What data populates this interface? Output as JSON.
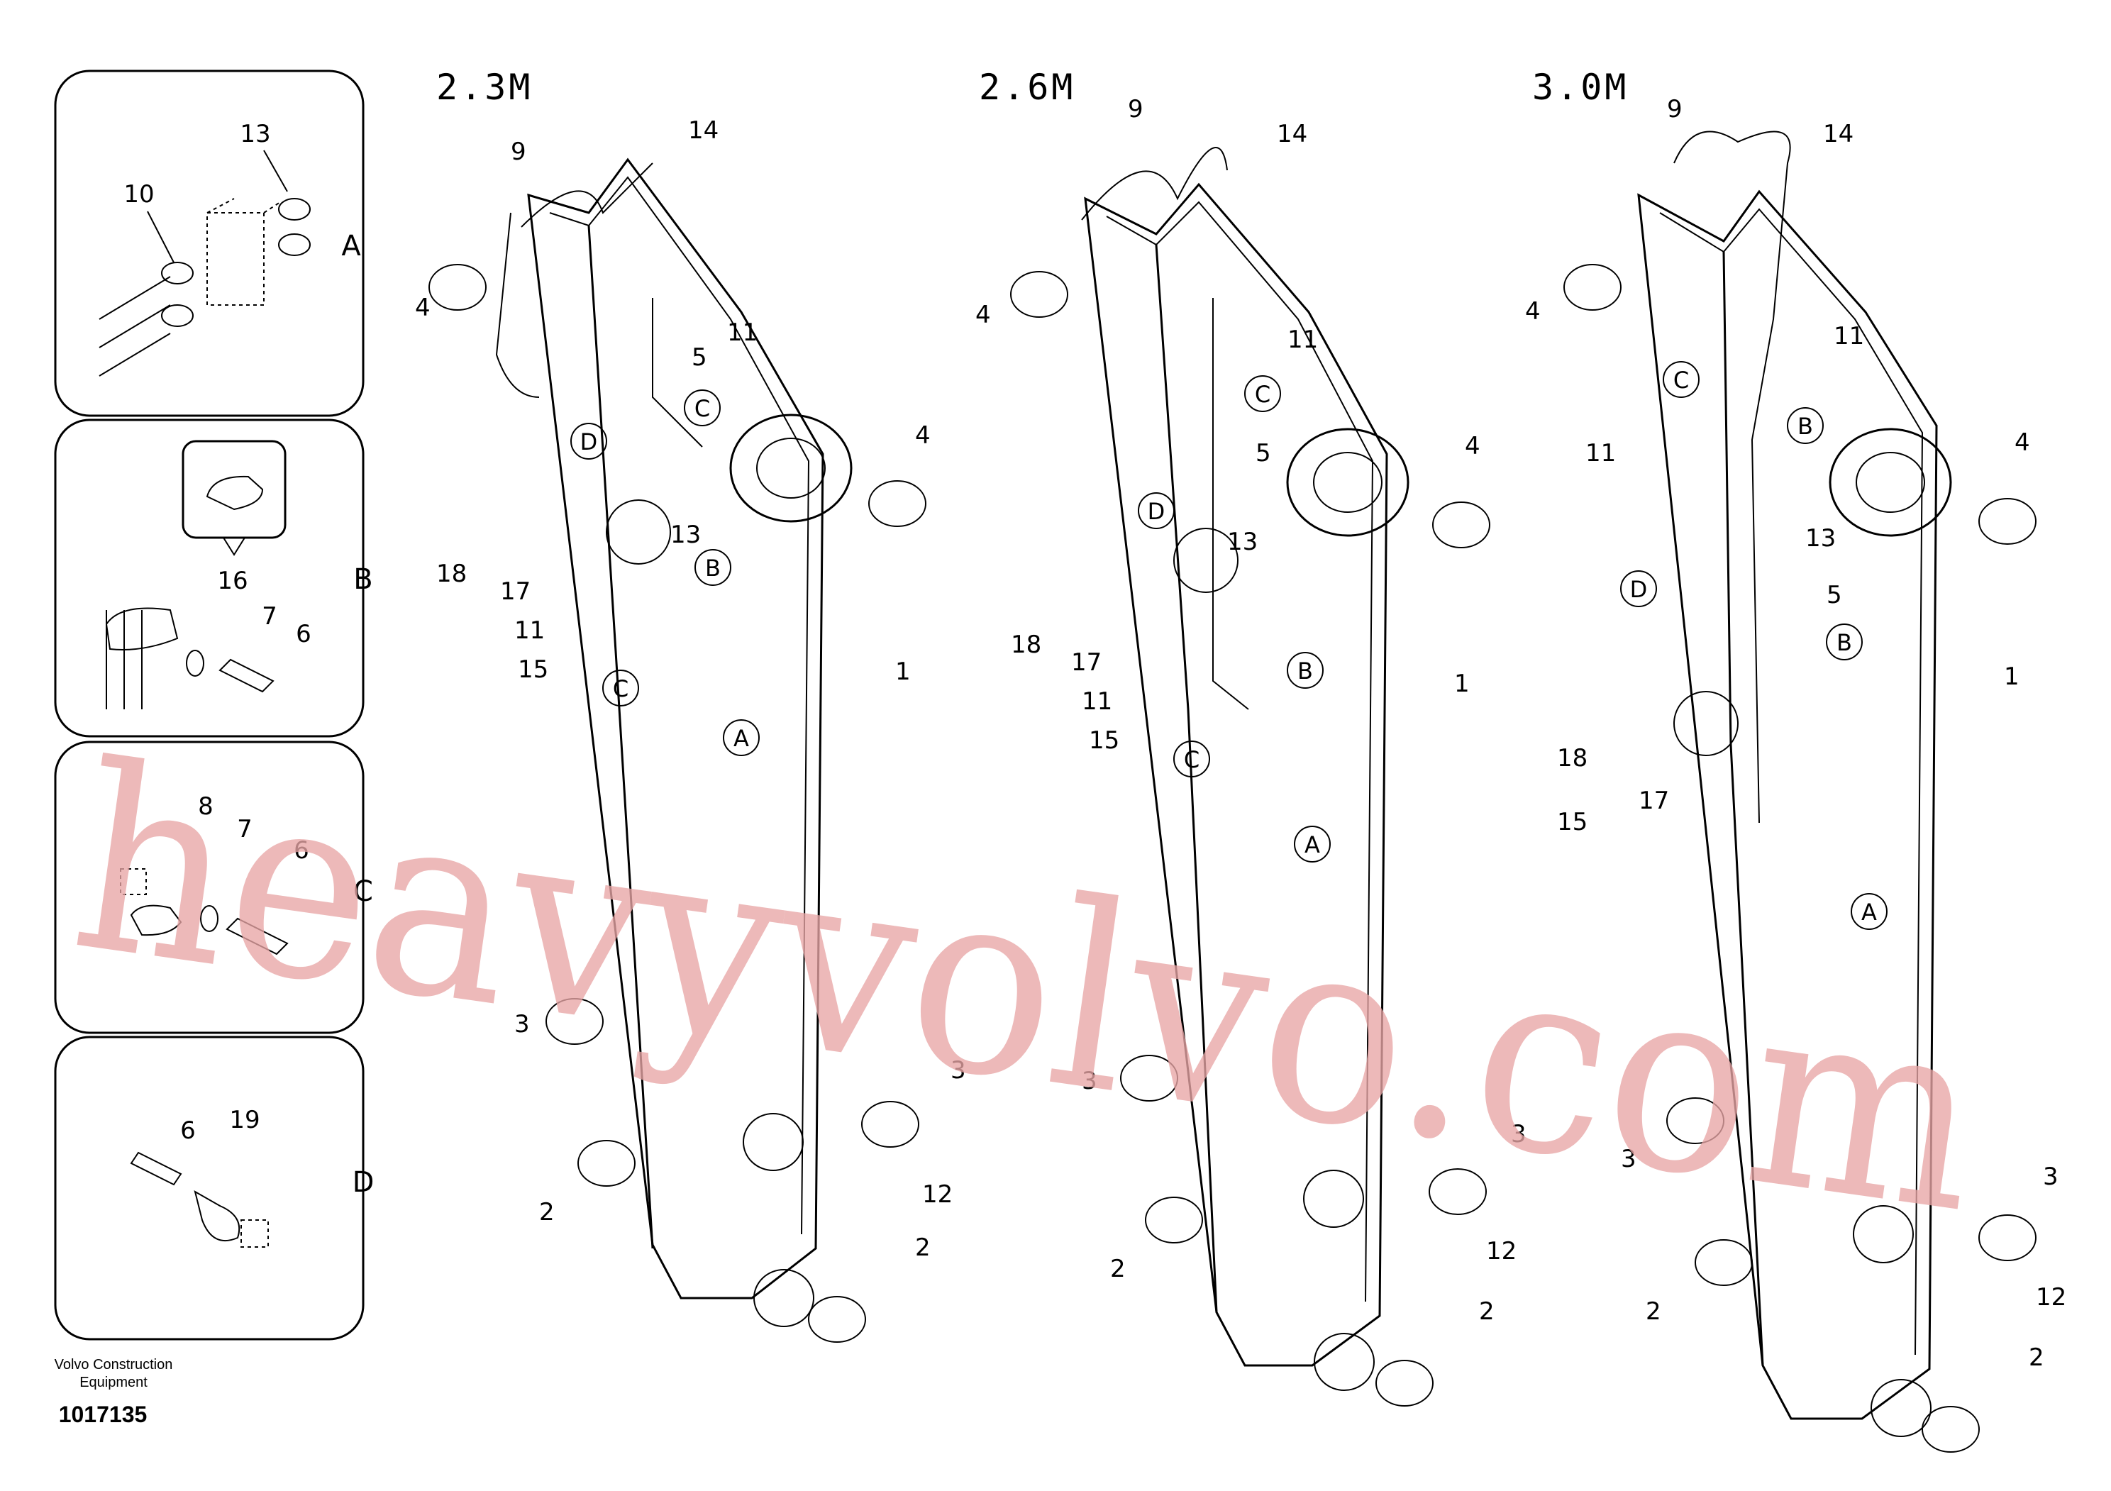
{
  "variants": [
    {
      "label": "2.3M"
    },
    {
      "label": "2.6M"
    },
    {
      "label": "3.0M"
    }
  ],
  "detail_panels": [
    {
      "letter": "A",
      "numbers": [
        "13",
        "10"
      ]
    },
    {
      "letter": "B",
      "numbers": [
        "16",
        "7",
        "6"
      ]
    },
    {
      "letter": "C",
      "numbers": [
        "8",
        "7",
        "6"
      ]
    },
    {
      "letter": "D",
      "numbers": [
        "6",
        "19"
      ]
    }
  ],
  "callouts": {
    "a": "A",
    "b": "B",
    "c": "C",
    "d": "D"
  },
  "part_numbers": {
    "p1": "1",
    "p2": "2",
    "p3": "3",
    "p4": "4",
    "p5": "5",
    "p9": "9",
    "p11": "11",
    "p12": "12",
    "p13": "13",
    "p14": "14",
    "p15": "15",
    "p17": "17",
    "p18": "18"
  },
  "footer": {
    "company_line1": "Volvo Construction",
    "company_line2": "Equipment",
    "drawing_number": "1017135"
  },
  "watermark": "heavyvolvo.com"
}
